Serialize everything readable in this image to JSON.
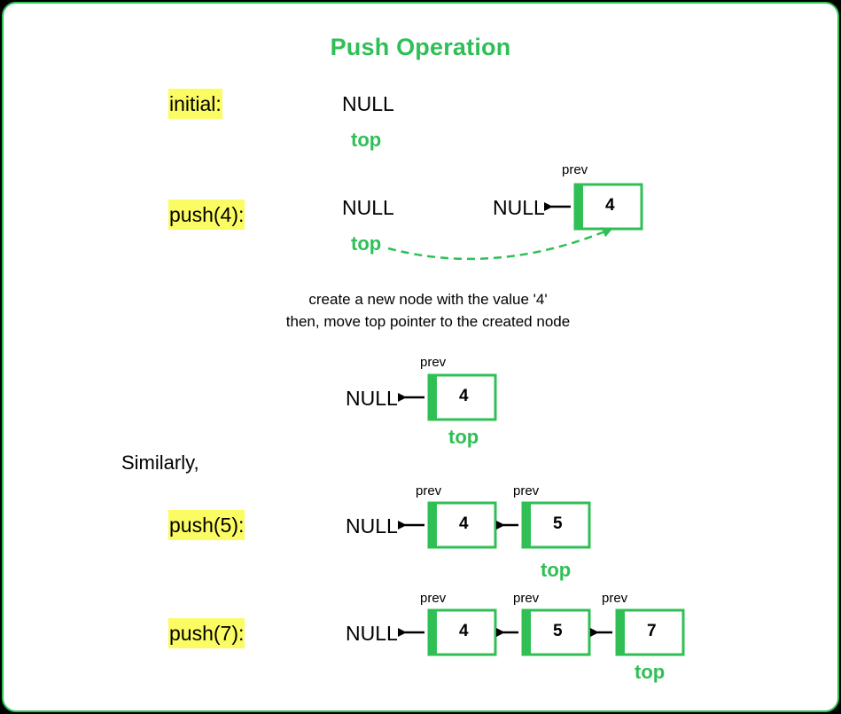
{
  "title": "Push Operation",
  "null_text": "NULL",
  "top_text": "top",
  "prev_text": "prev",
  "initial_label": "initial:",
  "push4_label": "push(4):",
  "push5_label": "push(5):",
  "push7_label": "push(7):",
  "caption_line1": "create a new node with the value '4'",
  "caption_line2": "then, move top pointer to the created node",
  "similarly": "Similarly,",
  "node_values": {
    "four": "4",
    "five": "5",
    "seven": "7"
  },
  "colors": {
    "accent": "#2fbf55",
    "highlight": "#fbfb63",
    "background": "#000000"
  }
}
